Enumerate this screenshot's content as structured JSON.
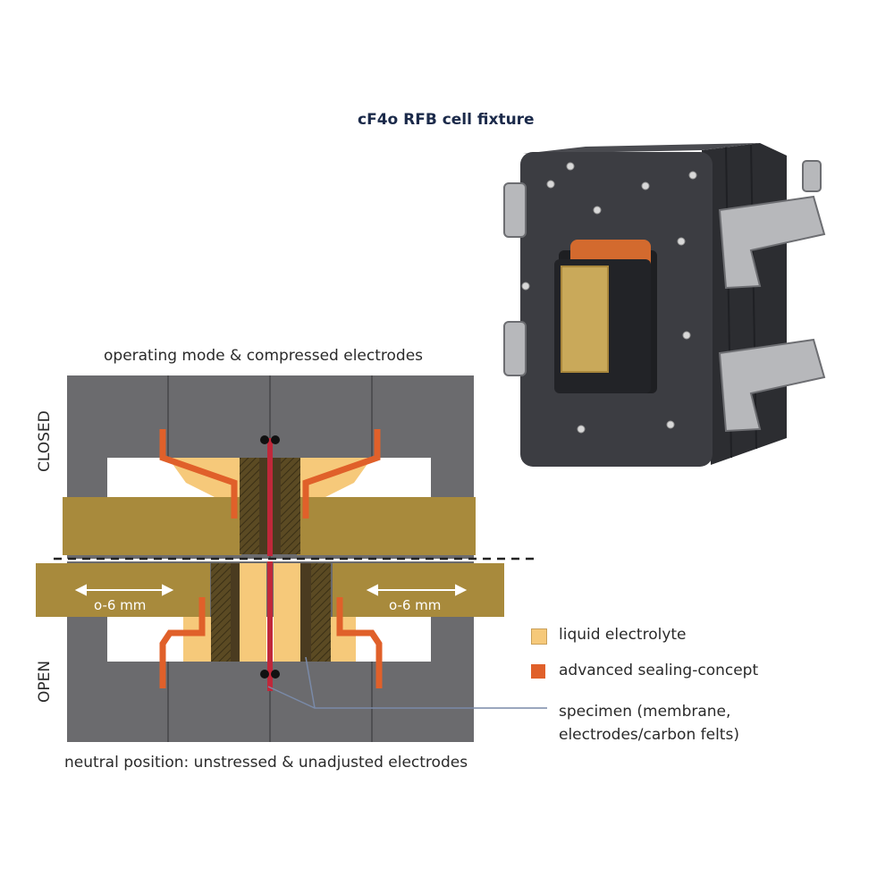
{
  "title": "cF4o RFB cell fixture",
  "captions": {
    "top": "operating mode & compressed electrodes",
    "bottom": "neutral position: unstressed & unadjusted electrodes"
  },
  "side_labels": {
    "closed": "CLOSED",
    "open": "OPEN"
  },
  "dimension_labels": {
    "left": "o-6 mm",
    "right": "o-6 mm"
  },
  "legend": {
    "electrolyte": "liquid electrolyte",
    "sealing": "advanced sealing-concept",
    "specimen_line1": "specimen (membrane,",
    "specimen_line2": "electrodes/carbon felts)"
  },
  "colors": {
    "frame": "#6b6b6e",
    "frame_dark": "#5a5a5d",
    "plate": "#a88a3c",
    "electrolyte": "#f6c97a",
    "sealing": "#e0602a",
    "membrane": "#c0283a",
    "device_body": "#3c3d42",
    "gold": "#c9a95a"
  }
}
